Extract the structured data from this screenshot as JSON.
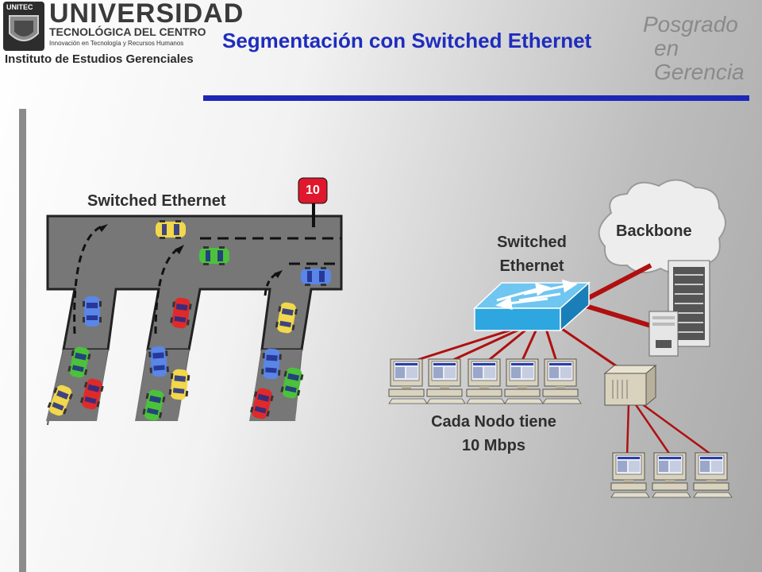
{
  "logo": {
    "badge": "UNITEC",
    "university": "UNIVERSIDAD",
    "subtitle": "TECNOLÓGICA DEL CENTRO",
    "tagline": "Innovación en Tecnología y Recursos Humanos",
    "institute": "Instituto de Estudios Gerenciales"
  },
  "title": "Segmentación con Switched Ethernet",
  "posgrado": {
    "line1": "Posgrado",
    "line2": "en Gerencia"
  },
  "road": {
    "label": "Switched Ethernet",
    "speed_sign": "10"
  },
  "network": {
    "switch_label_1": "Switched",
    "switch_label_2": "Ethernet",
    "backbone_label": "Backbone",
    "node_label_1": "Cada Nodo tiene",
    "node_label_2": "10 Mbps"
  },
  "colors": {
    "title": "#1f2dbd",
    "rule": "#1e27b5",
    "switch": "#2ea6e0",
    "link": "#b01010",
    "sign": "#e0182d"
  }
}
